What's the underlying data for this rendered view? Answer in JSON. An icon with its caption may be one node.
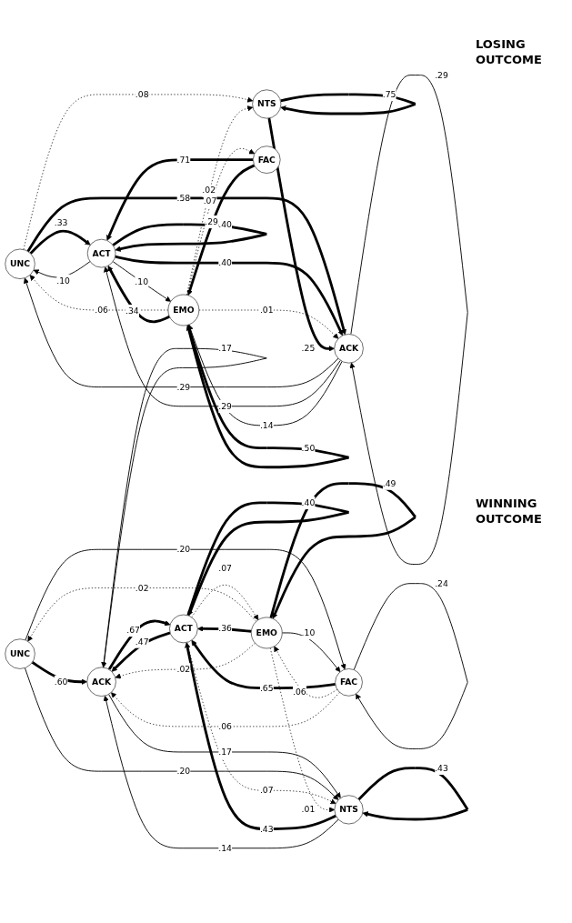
{
  "diagram": {
    "nodes": [
      {
        "text": [
          "UNC"
        ]
      },
      {
        "text": [
          "ACT"
        ]
      },
      {
        "text": [
          "EMO"
        ]
      },
      {
        "text": [
          "ACK"
        ]
      },
      {
        "text": [
          "NTS"
        ]
      },
      {
        "text": [
          "FAC"
        ]
      },
      {
        "text": [
          "UNC"
        ]
      },
      {
        "text": [
          "ACT"
        ]
      },
      {
        "text": [
          "EMO"
        ]
      },
      {
        "text": [
          "ACK"
        ]
      },
      {
        "text": [
          "NTS"
        ]
      },
      {
        "text": [
          "FAC"
        ]
      }
    ],
    "edges": [
      {
        "from": 1,
        "to": 1,
        "arrow": "to",
        "label": ".40",
        "style": "thick"
      },
      {
        "from": 0,
        "to": 1,
        "arrow": "to",
        "label": ".33",
        "style": "thick"
      },
      {
        "from": 1,
        "to": 0,
        "arrow": "to",
        "label": ".10"
      },
      {
        "from": 2,
        "to": 2,
        "arrow": "to",
        "label": ".50",
        "style": "thick"
      },
      {
        "from": 2,
        "to": 0,
        "arrow": "to",
        "label": ".06",
        "style": "dashed"
      },
      {
        "from": 2,
        "to": 1,
        "arrow": "to",
        "label": ".34",
        "style": "thick"
      },
      {
        "from": 1,
        "to": 2,
        "arrow": "to",
        "label": ".10"
      },
      {
        "from": 3,
        "to": 0,
        "arrow": "to",
        "label": ".29"
      },
      {
        "from": 0,
        "to": 3,
        "arrow": "to",
        "label": ".58",
        "style": "thick"
      },
      {
        "from": 1,
        "to": 3,
        "arrow": "to",
        "label": ".40",
        "style": "thick"
      },
      {
        "from": 3,
        "to": 1,
        "arrow": "to",
        "label": ".29"
      },
      {
        "from": 3,
        "to": 3,
        "arrow": "to",
        "label": ".29"
      },
      {
        "from": 5,
        "to": 1,
        "arrow": "to",
        "label": ".71",
        "style": "thick"
      },
      {
        "from": 3,
        "to": 2,
        "arrow": "to",
        "label": ".14"
      },
      {
        "from": 2,
        "to": 3,
        "arrow": "to",
        "label": ".01",
        "style": "dashed"
      },
      {
        "from": 5,
        "to": 2,
        "arrow": "to",
        "label": ".29",
        "style": "thick"
      },
      {
        "from": 4,
        "to": 3,
        "arrow": "to",
        "label": ".25",
        "style": "thick"
      },
      {
        "from": 0,
        "to": 4,
        "arrow": "to",
        "label": ".08",
        "style": "dashed"
      },
      {
        "from": 2,
        "to": 4,
        "arrow": "to",
        "label": ".02",
        "style": "dashed"
      },
      {
        "from": 2,
        "to": 5,
        "arrow": "to",
        "label": ".07",
        "style": "dashed"
      },
      {
        "from": 4,
        "to": 4,
        "arrow": "to",
        "label": ".75",
        "style": "thick"
      },
      {
        "from": 7,
        "to": 7,
        "arrow": "to",
        "label": ".40",
        "style": "thick"
      },
      {
        "from": 8,
        "to": 6,
        "arrow": "to",
        "label": ".02",
        "style": "dashed"
      },
      {
        "from": 8,
        "to": 7,
        "arrow": "to",
        "label": ".36",
        "style": "thick"
      },
      {
        "from": 7,
        "to": 8,
        "arrow": "to",
        "label": ".07",
        "style": "dashed"
      },
      {
        "from": 6,
        "to": 9,
        "arrow": "to",
        "label": ".60",
        "style": "thick"
      },
      {
        "from": 7,
        "to": 9,
        "arrow": "to",
        "label": ".47",
        "style": "thick"
      },
      {
        "from": 9,
        "to": 7,
        "arrow": "to",
        "label": ".67",
        "style": "thick"
      },
      {
        "from": 9,
        "to": 9,
        "arrow": "to",
        "label": ".17"
      },
      {
        "from": 8,
        "to": 8,
        "arrow": "to",
        "label": ".49",
        "style": "thick"
      },
      {
        "from": 10,
        "to": 7,
        "arrow": "to",
        "label": ".43",
        "style": "thick"
      },
      {
        "from": 11,
        "to": 7,
        "arrow": "to",
        "label": ".65",
        "style": "thick"
      },
      {
        "from": 8,
        "to": 9,
        "arrow": "to",
        "label": ".02",
        "style": "dashed"
      },
      {
        "from": 11,
        "to": 8,
        "arrow": "to",
        "label": ".06",
        "style": "dashed"
      },
      {
        "from": 9,
        "to": 10,
        "arrow": "to",
        "label": ".17"
      },
      {
        "from": 10,
        "to": 9,
        "arrow": "to",
        "label": ".14"
      },
      {
        "from": 6,
        "to": 10,
        "arrow": "to",
        "label": ".20"
      },
      {
        "from": 7,
        "to": 10,
        "arrow": "to",
        "label": ".07",
        "style": "dashed"
      },
      {
        "from": 6,
        "to": 11,
        "arrow": "to",
        "label": ".20"
      },
      {
        "from": 8,
        "to": 10,
        "arrow": "to",
        "label": ".01",
        "style": "dashed"
      },
      {
        "from": 8,
        "to": 11,
        "arrow": "to",
        "label": ".10"
      },
      {
        "from": 11,
        "to": 9,
        "arrow": "to",
        "label": ".06",
        "style": "dashed"
      },
      {
        "from": 10,
        "to": 10,
        "arrow": "to",
        "label": ".43",
        "style": "thick"
      },
      {
        "from": 11,
        "to": 11,
        "arrow": "to",
        "label": ".24"
      }
    ],
    "labels": [
      "LOSING OUTCOME",
      "WINNING OUTCOME"
    ]
  }
}
